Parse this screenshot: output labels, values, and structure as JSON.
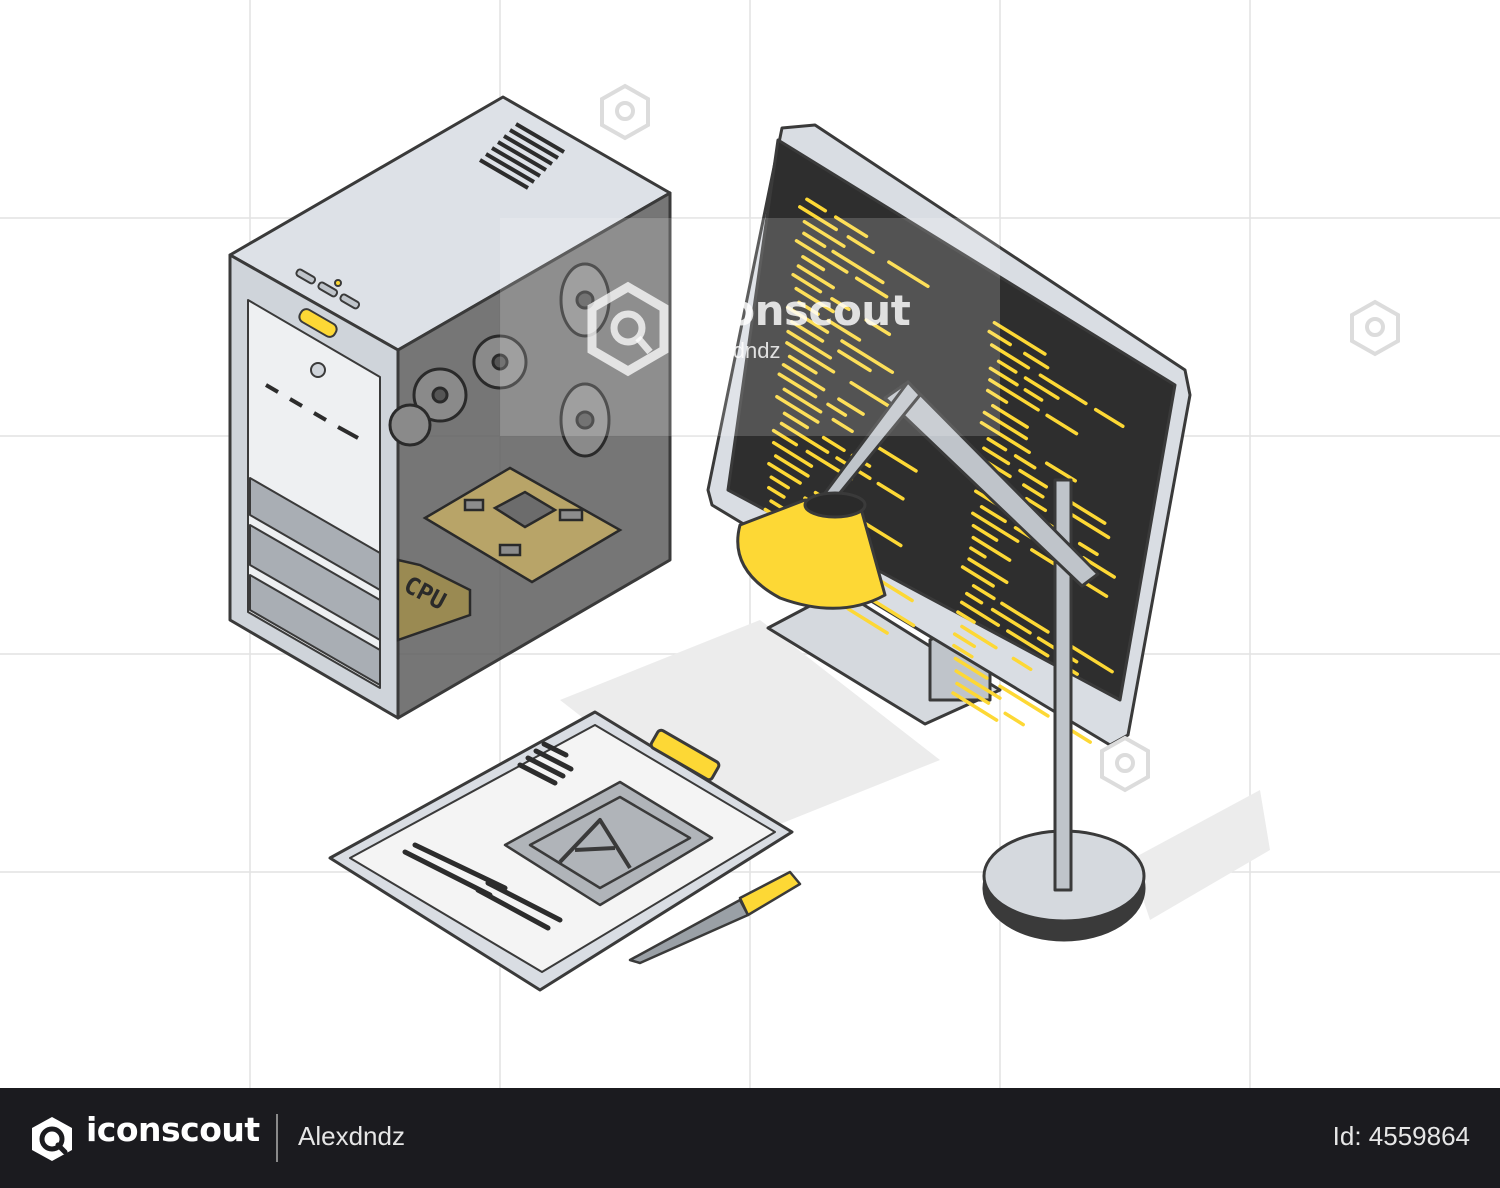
{
  "watermark": {
    "brand": "iconscout",
    "author": "Alexdndz"
  },
  "pc_case": {
    "cpu_label": "CPU"
  },
  "footer": {
    "brand": "iconscout",
    "author": "Alexdndz",
    "asset_id": "Id: 4559864"
  },
  "colors": {
    "accent_yellow": "#fdd835",
    "outline": "#3a3a3a",
    "case_light": "#d9dde3",
    "screen_dark": "#2e2e2e",
    "footer_bg": "#1b1b1f"
  }
}
